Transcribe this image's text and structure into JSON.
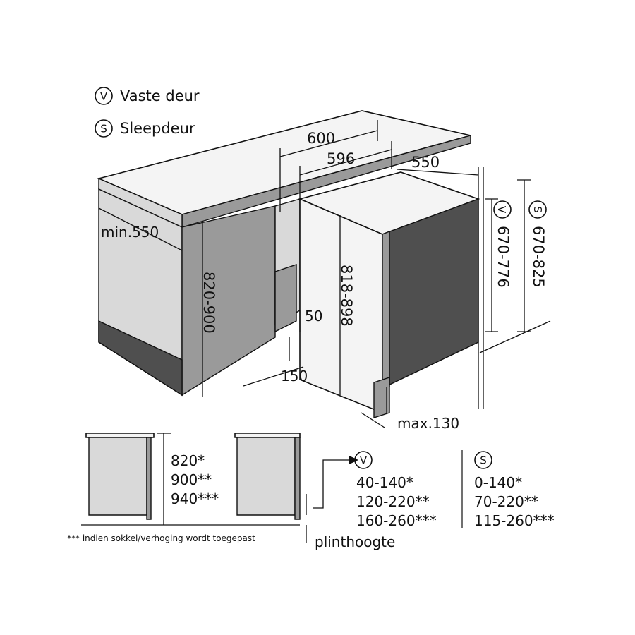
{
  "legend": {
    "vaste_letter": "V",
    "vaste_label": "Vaste deur",
    "sleep_letter": "S",
    "sleep_label": "Sleepdeur"
  },
  "dimensions": {
    "worktop_width": "600",
    "niche_width": "596",
    "depth": "550",
    "min_depth": "min.550",
    "cabinet_height": "820-900",
    "appliance_height": "818-898",
    "gap_50": "50",
    "plinth_150": "150",
    "max_130": "max.130",
    "v_range": "670-776",
    "s_range": "670-825"
  },
  "table": {
    "heights": [
      "820*",
      "900**",
      "940***"
    ],
    "footnote": "*** indien sokkel/verhoging wordt toegepast",
    "plinth_label": "plinthoogte",
    "v_letter": "V",
    "v_values": [
      "40-140*",
      "120-220**",
      "160-260***"
    ],
    "s_letter": "S",
    "s_values": [
      "0-140*",
      "70-220**",
      "115-260***"
    ]
  },
  "colors": {
    "light_face": "#d9d9d9",
    "mid_face": "#9a9a9a",
    "dark_face": "#4f4f4f",
    "line": "#111111"
  }
}
